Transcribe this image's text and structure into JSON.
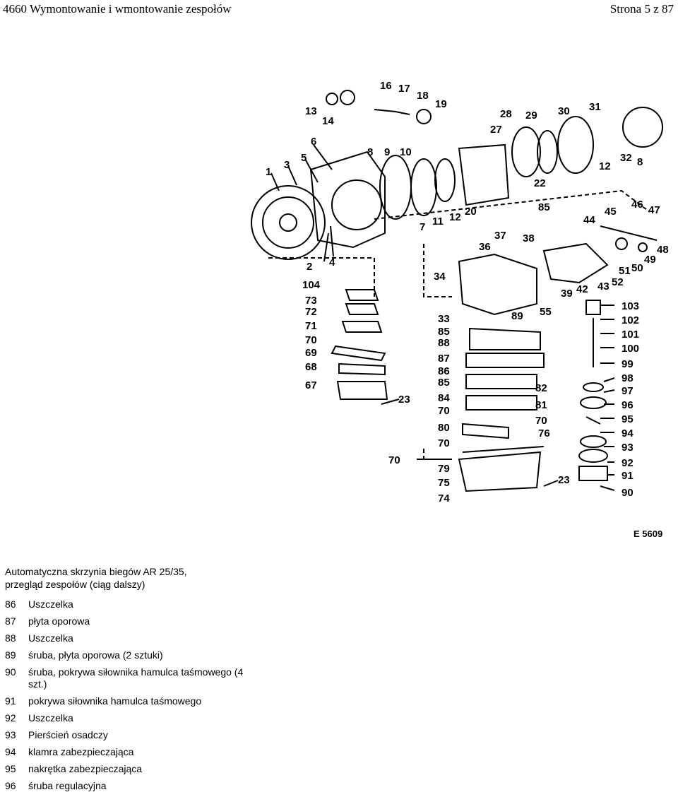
{
  "header": {
    "left": "4660 Wymontowanie i wmontowanie zespołów",
    "right": "Strona 5 z 87"
  },
  "diagram": {
    "code": "E 5609",
    "labels": [
      {
        "t": "1"
      },
      {
        "t": "3"
      },
      {
        "t": "5"
      },
      {
        "t": "6"
      },
      {
        "t": "13"
      },
      {
        "t": "14"
      },
      {
        "t": "16"
      },
      {
        "t": "17"
      },
      {
        "t": "18"
      },
      {
        "t": "19"
      },
      {
        "t": "8"
      },
      {
        "t": "9"
      },
      {
        "t": "10"
      },
      {
        "t": "28"
      },
      {
        "t": "29"
      },
      {
        "t": "30"
      },
      {
        "t": "31"
      },
      {
        "t": "27"
      },
      {
        "t": "12"
      },
      {
        "t": "32"
      },
      {
        "t": "8"
      },
      {
        "t": "22"
      },
      {
        "t": "85"
      },
      {
        "t": "2"
      },
      {
        "t": "4"
      },
      {
        "t": "7"
      },
      {
        "t": "11"
      },
      {
        "t": "12"
      },
      {
        "t": "20"
      },
      {
        "t": "46"
      },
      {
        "t": "47"
      },
      {
        "t": "45"
      },
      {
        "t": "44"
      },
      {
        "t": "37"
      },
      {
        "t": "38"
      },
      {
        "t": "36"
      },
      {
        "t": "48"
      },
      {
        "t": "49"
      },
      {
        "t": "50"
      },
      {
        "t": "51"
      },
      {
        "t": "52"
      },
      {
        "t": "43"
      },
      {
        "t": "42"
      },
      {
        "t": "39"
      },
      {
        "t": "34"
      },
      {
        "t": "104"
      },
      {
        "t": "73"
      },
      {
        "t": "72"
      },
      {
        "t": "71"
      },
      {
        "t": "70"
      },
      {
        "t": "69"
      },
      {
        "t": "68"
      },
      {
        "t": "67"
      },
      {
        "t": "23"
      },
      {
        "t": "33"
      },
      {
        "t": "89"
      },
      {
        "t": "55"
      },
      {
        "t": "85"
      },
      {
        "t": "88"
      },
      {
        "t": "87"
      },
      {
        "t": "86"
      },
      {
        "t": "85"
      },
      {
        "t": "84"
      },
      {
        "t": "70"
      },
      {
        "t": "80"
      },
      {
        "t": "70"
      },
      {
        "t": "82"
      },
      {
        "t": "81"
      },
      {
        "t": "70"
      },
      {
        "t": "76"
      },
      {
        "t": "70"
      },
      {
        "t": "79"
      },
      {
        "t": "75"
      },
      {
        "t": "74"
      },
      {
        "t": "23"
      },
      {
        "t": "103"
      },
      {
        "t": "102"
      },
      {
        "t": "101"
      },
      {
        "t": "100"
      },
      {
        "t": "99"
      },
      {
        "t": "98"
      },
      {
        "t": "97"
      },
      {
        "t": "96"
      },
      {
        "t": "95"
      },
      {
        "t": "94"
      },
      {
        "t": "93"
      },
      {
        "t": "92"
      },
      {
        "t": "91"
      },
      {
        "t": "90"
      }
    ]
  },
  "caption": {
    "line1": "Automatyczna skrzynia biegów AR 25/35,",
    "line2": "przegląd zespołów (ciąg dalszy)"
  },
  "parts": [
    {
      "num": "86",
      "text": "Uszczelka"
    },
    {
      "num": "87",
      "text": "płyta oporowa"
    },
    {
      "num": "88",
      "text": "Uszczelka"
    },
    {
      "num": "89",
      "text": "śruba, płyta oporowa (2 sztuki)"
    },
    {
      "num": "90",
      "text": "śruba, pokrywa siłownika hamulca taśmowego (4 szt.)"
    },
    {
      "num": "91",
      "text": "pokrywa siłownika hamulca taśmowego"
    },
    {
      "num": "92",
      "text": "Uszczelka"
    },
    {
      "num": "93",
      "text": "Pierścień osadczy"
    },
    {
      "num": "94",
      "text": "klamra zabezpieczająca"
    },
    {
      "num": "95",
      "text": "nakrętka zabezpieczająca"
    },
    {
      "num": "96",
      "text": "śruba regulacyjna"
    }
  ]
}
